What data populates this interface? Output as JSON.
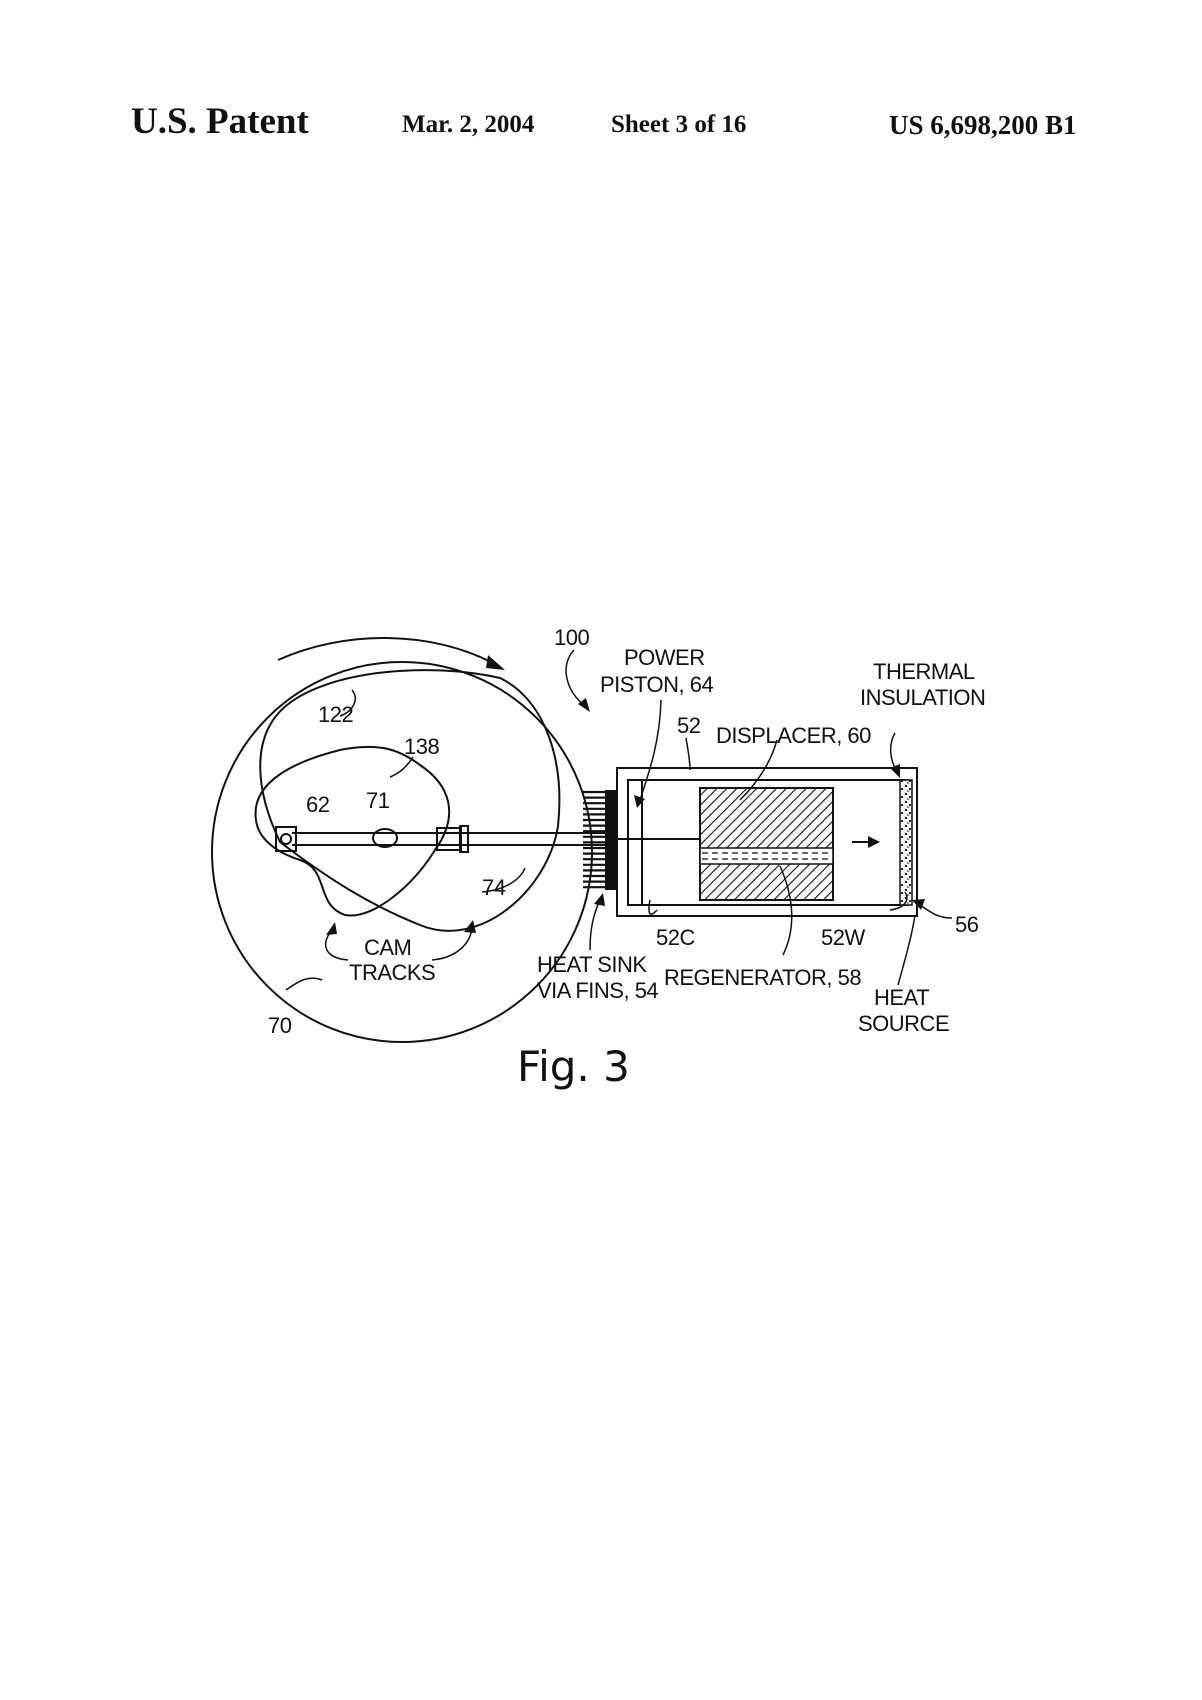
{
  "header": {
    "title": "U.S. Patent",
    "date": "Mar. 2, 2004",
    "sheet": "Sheet 3 of 16",
    "patent_number": "US 6,698,200 B1"
  },
  "figure": {
    "caption": "Fig. 3",
    "labels": {
      "ref_100": "100",
      "power_piston_1": "POWER",
      "power_piston_2": "PISTON, 64",
      "thermal_insulation_1": "THERMAL",
      "thermal_insulation_2": "INSULATION",
      "ref_52": "52",
      "displacer": "DISPLACER, 60",
      "ref_122": "122",
      "ref_138": "138",
      "ref_62": "62",
      "ref_71": "71",
      "ref_74": "74",
      "cam_tracks_1": "CAM",
      "cam_tracks_2": "TRACKS",
      "heat_sink_1": "HEAT SINK",
      "heat_sink_2": "VIA FINS, 54",
      "ref_52c": "52C",
      "regenerator": "REGENERATOR, 58",
      "ref_52w": "52W",
      "ref_56": "56",
      "heat_source_1": "HEAT",
      "heat_source_2": "SOURCE",
      "ref_70": "70"
    }
  }
}
